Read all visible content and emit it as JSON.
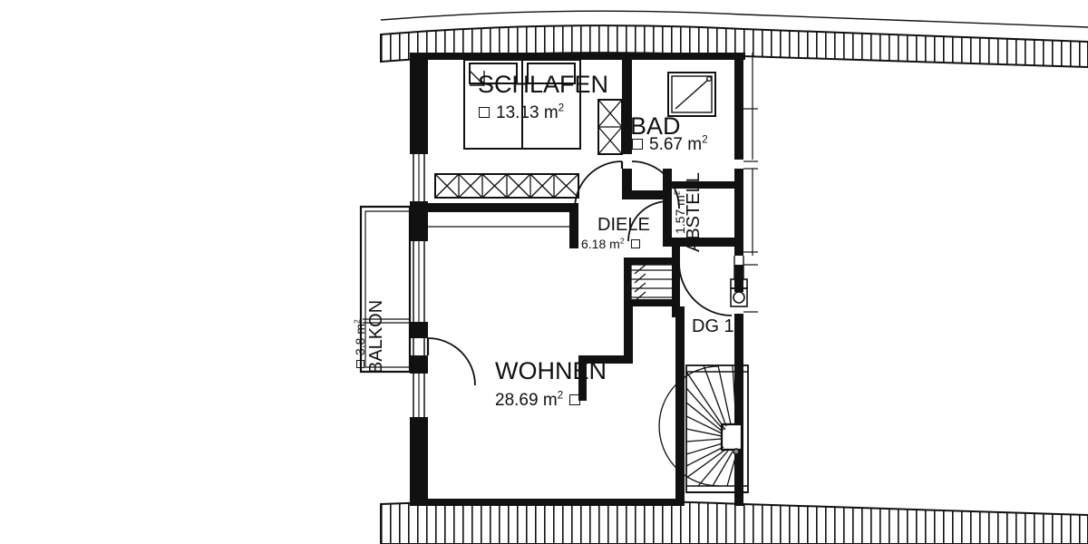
{
  "plan": {
    "unit_label": "DG 1",
    "stroke_color": "#111111",
    "background_color": "#ffffff",
    "rooms": [
      {
        "key": "schlafen",
        "name": "SCHLAFEN",
        "area": "13.13",
        "unit": "m",
        "exponent": "2"
      },
      {
        "key": "bad",
        "name": "BAD",
        "area": "5.67",
        "unit": "m",
        "exponent": "2"
      },
      {
        "key": "abstell",
        "name": "ABSTELL",
        "area": "1.57",
        "unit": "m",
        "exponent": "2"
      },
      {
        "key": "diele",
        "name": "DIELE",
        "area": "6.18",
        "unit": "m",
        "exponent": "2"
      },
      {
        "key": "wohnen",
        "name": "WOHNEN",
        "area": "28.69",
        "unit": "m",
        "exponent": "2"
      },
      {
        "key": "balkon",
        "name": "BALKON",
        "area": "3.8",
        "unit": "m",
        "exponent": "2"
      }
    ]
  },
  "labels": {
    "schlafen_name": "SCHLAFEN",
    "schlafen_area": "13.13",
    "bad_name": "BAD",
    "bad_area": "5.67",
    "abstell_name": "ABSTELL",
    "abstell_area": "1.57",
    "diele_name": "DIELE",
    "diele_area": "6.18",
    "wohnen_name": "WOHNEN",
    "wohnen_area": "28.69",
    "balkon_name": "BALKON",
    "balkon_area": "3.8",
    "unit_id": "DG 1",
    "sqm": "m",
    "sq_exp": "2"
  }
}
